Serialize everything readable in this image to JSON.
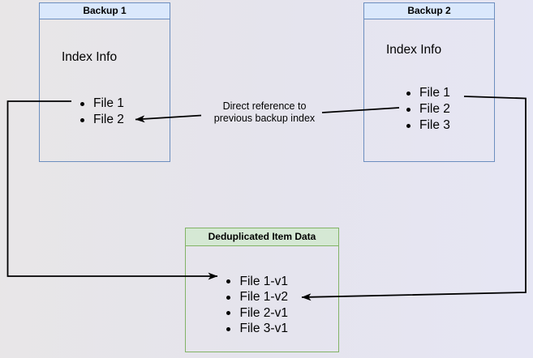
{
  "diagram": {
    "backup1": {
      "title": "Backup 1",
      "subtitle": "Index Info",
      "items": [
        "File 1",
        "File 2"
      ]
    },
    "backup2": {
      "title": "Backup 2",
      "subtitle": "Index Info",
      "items": [
        "File 1",
        "File 2",
        "File 3"
      ]
    },
    "dedup": {
      "title": "Deduplicated Item Data",
      "items": [
        "File 1-v1",
        "File 1-v2",
        "File 2-v1",
        "File 3-v1"
      ]
    },
    "annotation": {
      "line1": "Direct reference to",
      "line2": "previous backup index"
    }
  },
  "colors": {
    "bg_left": "#e8e6e7",
    "bg_mid": "#e5e4ed",
    "bg_right": "#e6e6f4",
    "blue_fill": "#dae8fc",
    "blue_stroke": "#6c8ebf",
    "green_fill": "#d5e8d4",
    "green_stroke": "#82b366",
    "line": "#000000"
  }
}
